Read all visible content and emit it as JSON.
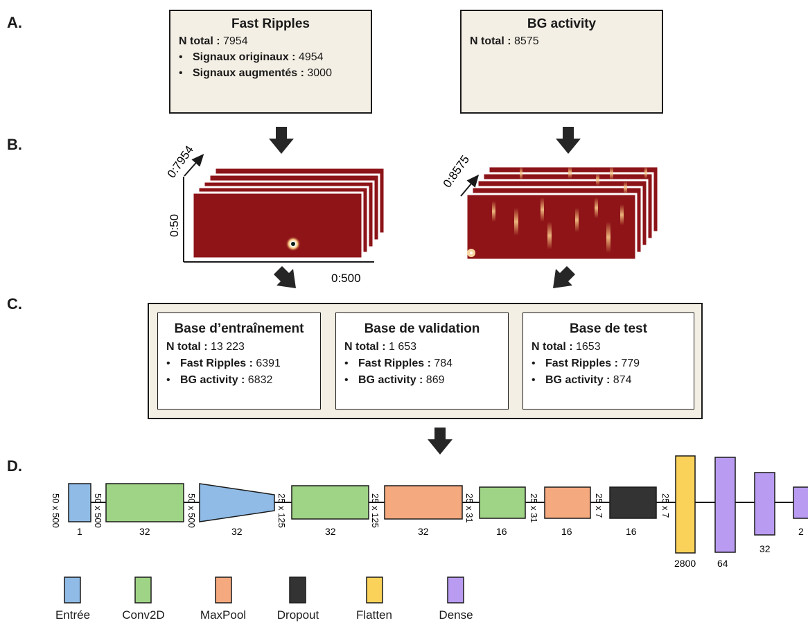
{
  "sections": {
    "a": "A.",
    "b": "B.",
    "c": "C.",
    "d": "D."
  },
  "fast_ripples": {
    "title": "Fast Ripples",
    "total_label": "N total :",
    "total_value": " 7954",
    "items": [
      {
        "label": "Signaux originaux :",
        "value": " 4954"
      },
      {
        "label": "Signaux augmentés :",
        "value": " 3000"
      }
    ]
  },
  "bg_activity": {
    "title": "BG activity",
    "total_label": "N total :",
    "total_value": " 8575"
  },
  "spectrograms": {
    "fr_depth": "0:7954",
    "bg_depth": "0:8575",
    "y_axis": "0:50",
    "x_axis": "0:500"
  },
  "datasets": [
    {
      "title": "Base d’entraînement",
      "total_label": "N total :",
      "total_value": " 13 223",
      "fr_label": "Fast Ripples :",
      "fr_value": " 6391",
      "bg_label": "BG activity :",
      "bg_value": " 6832"
    },
    {
      "title": "Base de validation",
      "total_label": "N total :",
      "total_value": " 1 653",
      "fr_label": "Fast Ripples :",
      "fr_value": " 784",
      "bg_label": "BG activity :",
      "bg_value": " 869"
    },
    {
      "title": "Base de test",
      "total_label": "N total :",
      "total_value": " 1653",
      "fr_label": "Fast Ripples :",
      "fr_value": " 779",
      "bg_label": "BG activity :",
      "bg_value": " 874"
    }
  ],
  "network": {
    "layers": [
      {
        "type": "input",
        "label": "1"
      },
      {
        "type": "conv",
        "label": "32"
      },
      {
        "type": "pool",
        "label": "32"
      },
      {
        "type": "conv",
        "label": "32"
      },
      {
        "type": "maxpool",
        "label": "32"
      },
      {
        "type": "conv",
        "label": "16"
      },
      {
        "type": "maxpool",
        "label": "16"
      },
      {
        "type": "dropout",
        "label": "16"
      },
      {
        "type": "flatten",
        "label": "2800"
      },
      {
        "type": "dense",
        "label": "64"
      },
      {
        "type": "dense",
        "label": "32"
      },
      {
        "type": "dense",
        "label": "2"
      }
    ],
    "dims": [
      "50 x 500",
      "50 x 500",
      "50 x 500",
      "25 x 125",
      "25 x 125",
      "25 x 31",
      "25 x 31",
      "25 x 7",
      "25 x 7"
    ]
  },
  "legend": [
    {
      "label": "Entrée",
      "color": "#8fbbe6"
    },
    {
      "label": "Conv2D",
      "color": "#9fd486"
    },
    {
      "label": "MaxPool",
      "color": "#f5a97f"
    },
    {
      "label": "Dropout",
      "color": "#333333"
    },
    {
      "label": "Flatten",
      "color": "#fad25a"
    },
    {
      "label": "Dense",
      "color": "#b99cf2"
    }
  ]
}
